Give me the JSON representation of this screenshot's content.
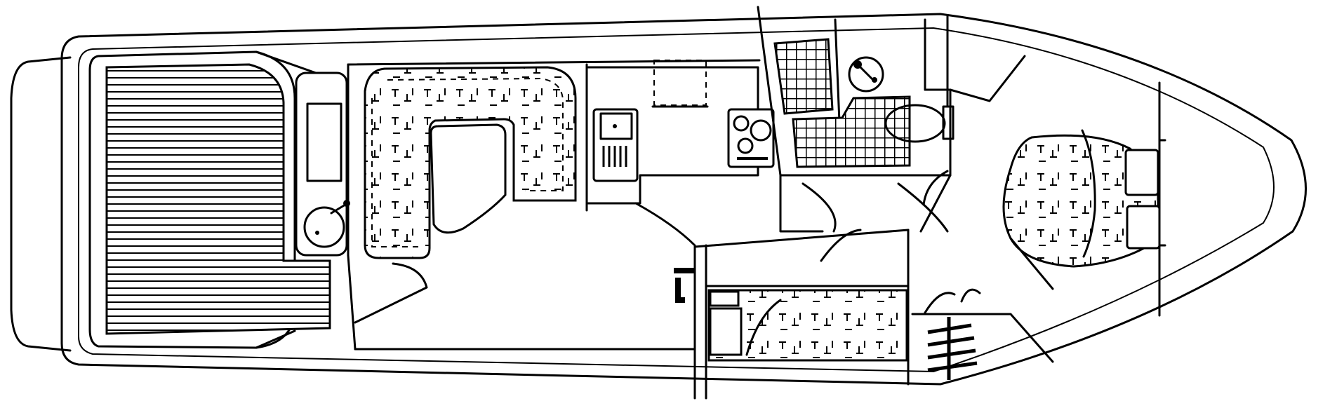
{
  "diagram": {
    "kind": "boat-deck-plan",
    "colors": {
      "ink": "#000000",
      "paper": "#ffffff"
    },
    "components": [
      "swim-platform",
      "cockpit-deck",
      "helm-seat",
      "cockpit-sink",
      "salon-settee",
      "dinette-table",
      "galley-sink",
      "galley-counter",
      "galley-stove",
      "head-compartment",
      "head-sink",
      "head-toilet",
      "mid-cabin-berth",
      "companionway-steps",
      "v-berth",
      "bow-pulpit"
    ]
  }
}
